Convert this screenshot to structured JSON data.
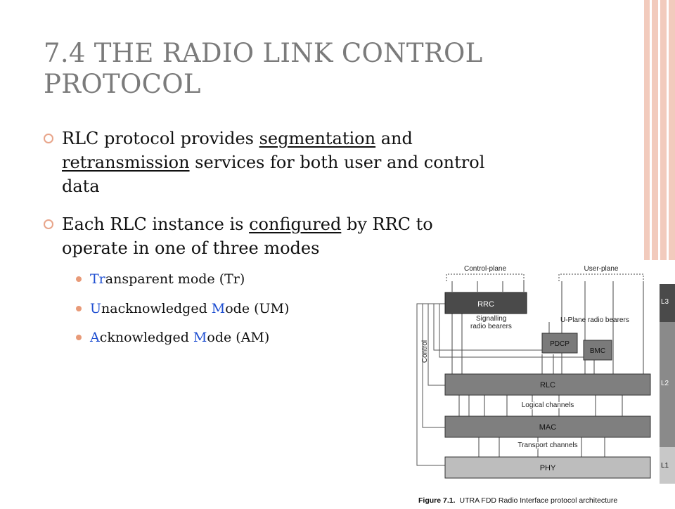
{
  "slide": {
    "title_line1": "7.4 THE RADIO LINK CONTROL",
    "title_line2": "PROTOCOL",
    "bullet1": {
      "pre": "RLC protocol provides ",
      "u1": "segmentation",
      "mid": " and",
      "u2": "retransmission",
      "post": " services for both user and control",
      "end": "data"
    },
    "bullet2": {
      "pre": "Each RLC instance is ",
      "u1": "configured",
      "post": " by RRC to",
      "line2": "operate in one of three modes"
    },
    "modes": [
      {
        "hl": "Tr",
        "rest": "ansparent mode (Tr)"
      },
      {
        "hl1": "U",
        "mid": "nacknowledged ",
        "hl2": "M",
        "rest": "ode (UM)"
      },
      {
        "hl1": "A",
        "mid": "cknowledged ",
        "hl2": "M",
        "rest": "ode (AM)"
      }
    ]
  },
  "figure": {
    "control_plane": "Control-plane",
    "user_plane": "User-plane",
    "rrc": "RRC",
    "signalling1": "Signalling",
    "signalling2": "radio bearers",
    "uplane_bearers": "U-Plane radio bearers",
    "pdcp": "PDCP",
    "bmc": "BMC",
    "control": "Control",
    "rlc": "RLC",
    "logical_channels": "Logical channels",
    "mac": "MAC",
    "transport_channels": "Transport channels",
    "phy": "PHY",
    "l3": "L3",
    "l2": "L2",
    "l1": "L1",
    "caption_bold": "Figure 7.1.",
    "caption_text": "UTRA FDD Radio Interface protocol architecture"
  },
  "colors": {
    "title": "#7b7b7b",
    "accent_blue": "#1f4fd1",
    "stripe": "#f2cbbd",
    "bullet_ring": "#e8a58a",
    "bullet_dot": "#e89a78"
  }
}
